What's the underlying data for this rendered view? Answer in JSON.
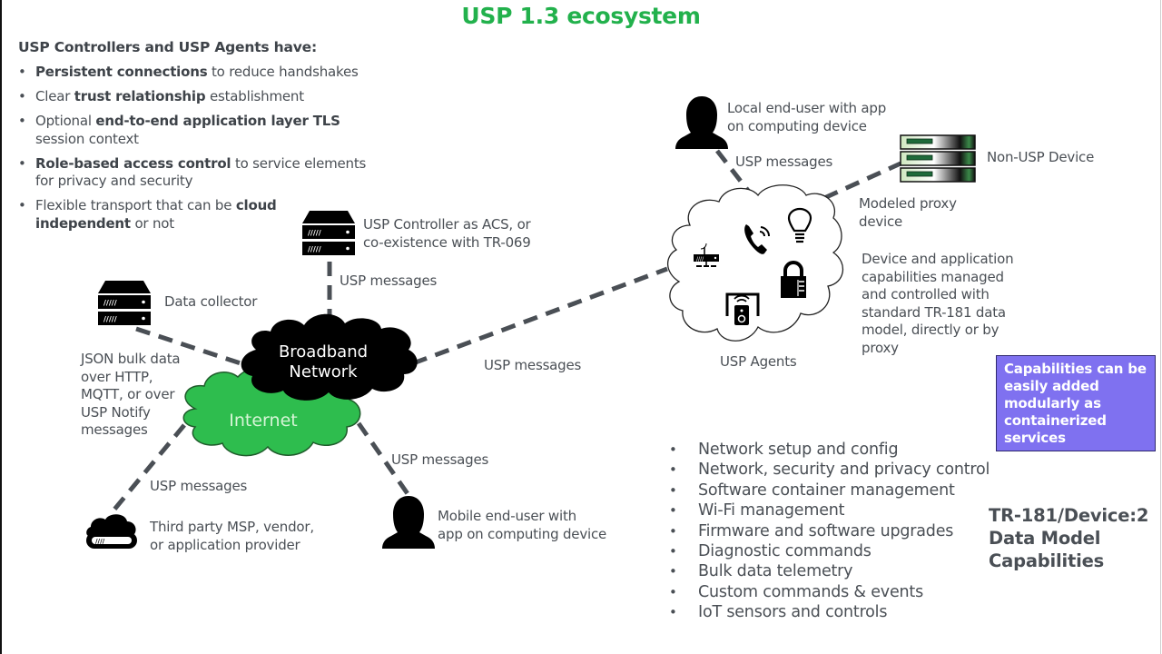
{
  "title": "USP 1.3 ecosystem",
  "colors": {
    "title": "#22b14c",
    "internet_cloud": "#2ebd4e",
    "broadband_cloud": "#000000",
    "callout_bg": "#7f71f0",
    "connector": "#4a4f55"
  },
  "features": {
    "heading": "USP Controllers and USP Agents have:",
    "items": [
      {
        "bold": "Persistent connections",
        "rest": " to reduce handshakes",
        "pre": ""
      },
      {
        "pre": "Clear ",
        "bold": "trust relationship",
        "rest": " establishment"
      },
      {
        "pre": "Optional ",
        "bold": "end-to-end application layer TLS",
        "rest": " session context"
      },
      {
        "pre": "",
        "bold": "Role-based access control",
        "rest": " to service elements for privacy and security"
      },
      {
        "pre": "Flexible transport that can be ",
        "bold": "cloud independent",
        "rest": " or not"
      }
    ]
  },
  "nodes": {
    "controller": {
      "icon": "server-icon",
      "label_line1": "USP Controller as ACS, or",
      "label_line2": "co-existence with TR-069"
    },
    "data_collector": {
      "icon": "server-icon",
      "label": "Data collector"
    },
    "broadband": {
      "line1": "Broadband",
      "line2": "Network"
    },
    "internet": {
      "label": "Internet"
    },
    "third_party": {
      "icon": "cloud-storage-icon",
      "label_line1": "Third party MSP, vendor,",
      "label_line2": "or application provider"
    },
    "mobile_user": {
      "icon": "person-icon",
      "label_line1": "Mobile end-user with",
      "label_line2": "app on computing device"
    },
    "local_user": {
      "icon": "person-icon",
      "label_line1": "Local end-user with app",
      "label_line2": "on computing device"
    },
    "non_usp": {
      "icon": "rack-device-icon",
      "label": "Non-USP Device"
    },
    "agents": {
      "label": "USP Agents",
      "icons": [
        "router-icon",
        "phone-icon",
        "lightbulb-icon",
        "lock-icon",
        "tv-remote-icon"
      ]
    },
    "proxy": {
      "line1": "Modeled proxy",
      "line2": "device"
    }
  },
  "connector_labels": {
    "controller": "USP messages",
    "agents": "USP messages",
    "local_user": "USP messages",
    "mobile_user": "USP messages",
    "third_party": "USP messages",
    "bulk_data": [
      "JSON bulk data",
      "over HTTP,",
      "MQTT, or over",
      "USP Notify",
      "messages"
    ]
  },
  "agents_description": [
    "Device and application",
    "capabilities managed",
    "and controlled with",
    "standard TR-181 data",
    "model, directly or by",
    "proxy"
  ],
  "callout": [
    "Capabilities can be",
    "easily added",
    "modularly as",
    "containerized",
    "services"
  ],
  "capabilities": {
    "items": [
      "Network setup and config",
      "Network, security and privacy control",
      "Software container management",
      "Wi-Fi management",
      "Firmware and software upgrades",
      "Diagnostic commands",
      "Bulk data telemetry",
      "Custom commands & events",
      "IoT sensors and controls"
    ],
    "heading": [
      "TR-181/Device:2",
      "Data Model",
      "Capabilities"
    ]
  }
}
